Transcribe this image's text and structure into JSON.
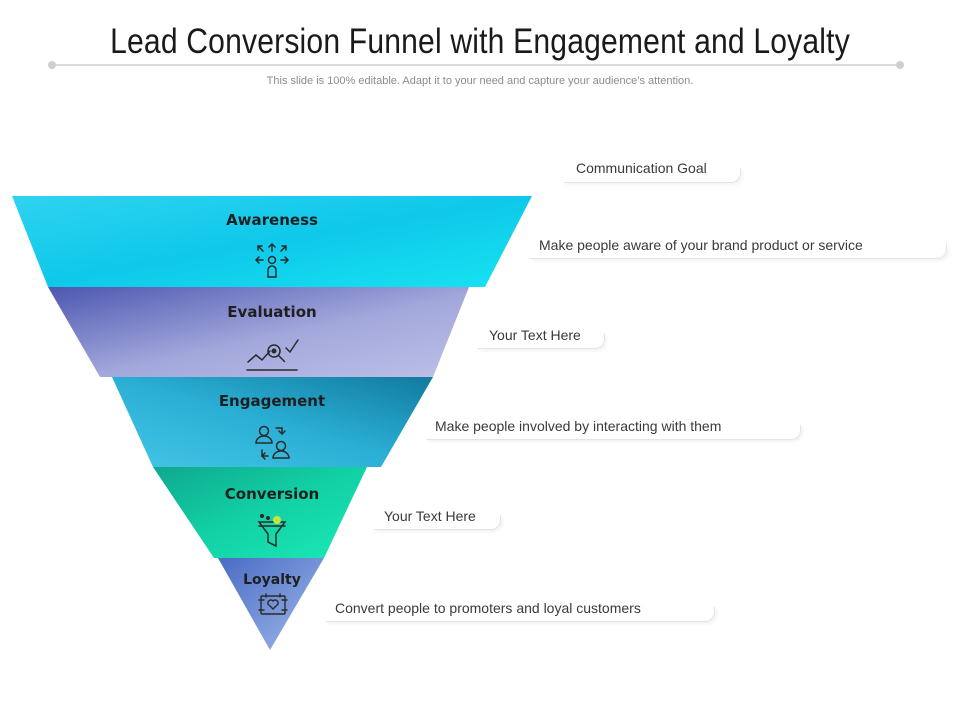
{
  "header": {
    "title": "Lead Conversion Funnel with Engagement and Loyalty",
    "subtitle": "This slide is 100% editable. Adapt it to your need and capture your audience’s attention."
  },
  "funnel": {
    "column_header": "Communication Goal",
    "stages": [
      {
        "label": "Awareness",
        "description": "Make people aware of your brand product or service",
        "icon": "awareness-icon",
        "colors": [
          "#2fd3f0",
          "#16e4f2"
        ]
      },
      {
        "label": "Evaluation",
        "description": "Your Text Here",
        "icon": "evaluation-icon",
        "colors": [
          "#5b67b8",
          "#b7bce6"
        ]
      },
      {
        "label": "Engagement",
        "description": "Make people involved by interacting with them",
        "icon": "engagement-icon",
        "colors": [
          "#25a9d0",
          "#3fc5e6"
        ]
      },
      {
        "label": "Conversion",
        "description": "Your Text Here",
        "icon": "conversion-icon",
        "colors": [
          "#10b597",
          "#16e9b6"
        ]
      },
      {
        "label": "Loyalty",
        "description": "Convert people to promoters and loyal customers",
        "icon": "loyalty-icon",
        "colors": [
          "#5c7fcf",
          "#93b0e8"
        ]
      }
    ]
  }
}
